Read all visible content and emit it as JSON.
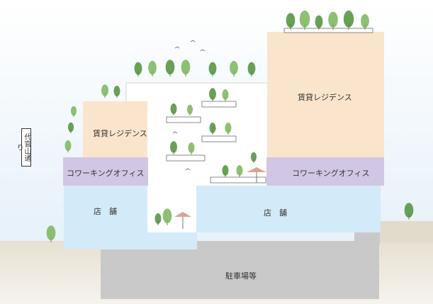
{
  "title": "",
  "colors": {
    "sky": "#e8f2fa",
    "residence": "#fbe4cc",
    "coworking": "#d1c6e4",
    "shop": "#d3ebf8",
    "parking": "#c8c8c8",
    "ground": "#e2dacb",
    "tree": "#7ab55c",
    "tree_dark": "#4f8f3a"
  },
  "labels": {
    "road": "代官山通り",
    "residence_left": "賃貸レジデンス",
    "residence_right": "賃貸レジデンス",
    "coworking_left": "コワーキングオフィス",
    "coworking_right": "コワーキングオフィス",
    "shop_left": "店　舗",
    "shop_right": "店　舗",
    "parking": "駐車場等"
  }
}
